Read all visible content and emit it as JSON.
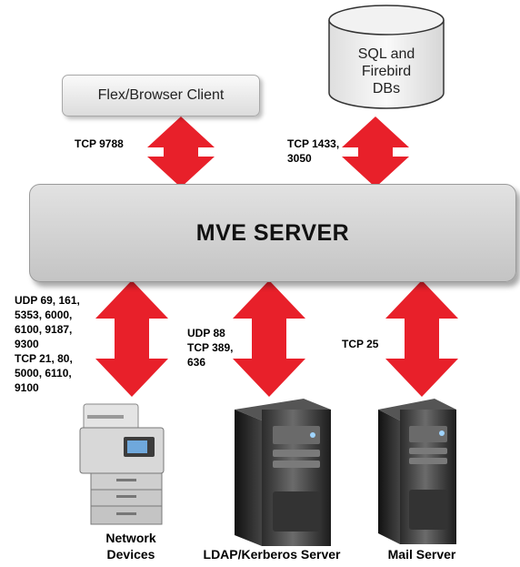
{
  "nodes": {
    "client": "Flex/Browser Client",
    "database": [
      "SQL and",
      "Firebird",
      "DBs"
    ],
    "server": "MVE SERVER",
    "network_devices": [
      "Network",
      "Devices"
    ],
    "ldap": "LDAP/Kerberos Server",
    "mail": "Mail Server"
  },
  "ports": {
    "client": "TCP 9788",
    "database": [
      "TCP 1433,",
      "3050"
    ],
    "network_devices": [
      "UDP 69, 161,",
      "5353, 6000,",
      "6100, 9187,",
      "9300",
      "TCP 21, 80,",
      "5000, 6110,",
      "9100"
    ],
    "ldap": [
      "UDP 88",
      "TCP 389,",
      "636"
    ],
    "mail": "TCP 25"
  },
  "colors": {
    "arrow": "#e8202a",
    "server_box": "#cfcfcf",
    "client_box": "#eeeeee"
  },
  "icons": [
    "database-cylinder-icon",
    "printer-icon",
    "tower-server-icon"
  ]
}
